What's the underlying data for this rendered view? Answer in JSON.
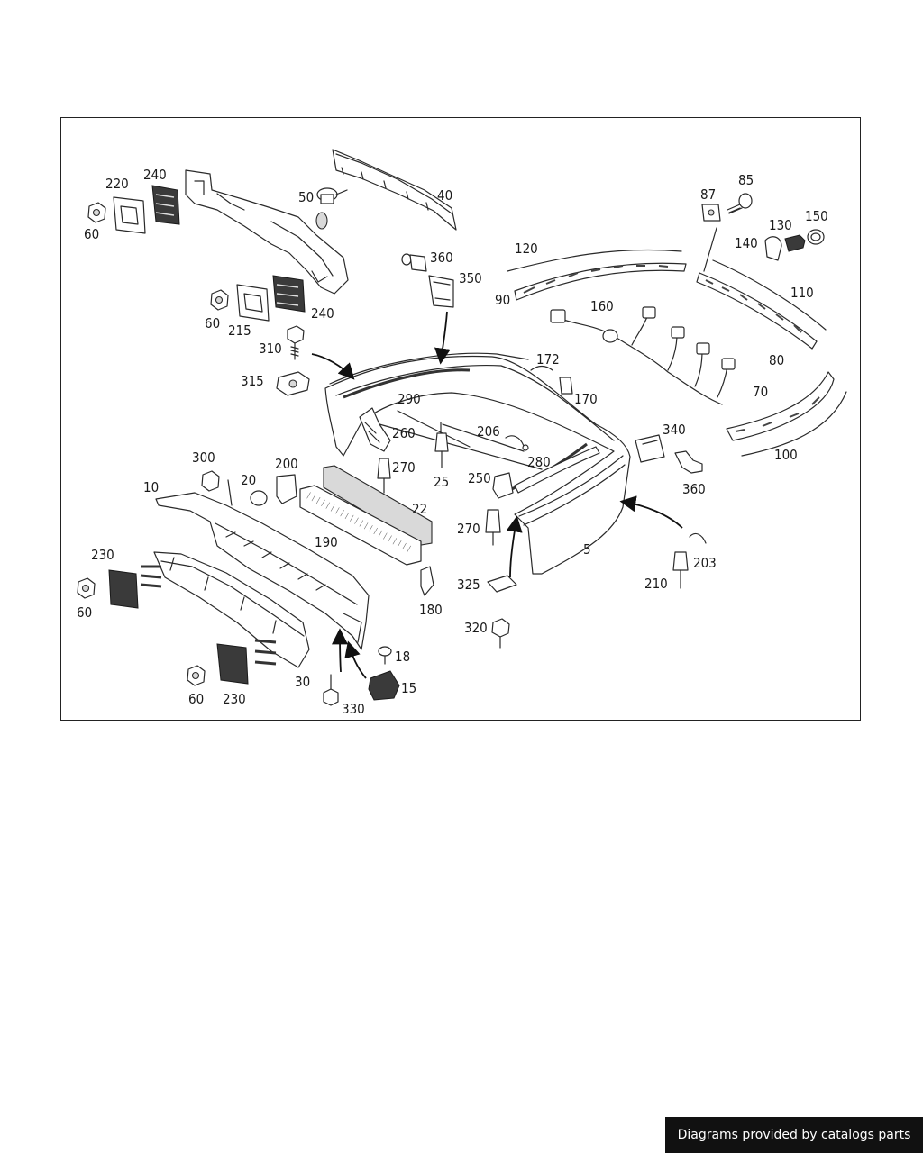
{
  "credit": "Diagrams provided by catalogs parts",
  "callouts": [
    "5",
    "10",
    "15",
    "18",
    "20",
    "22",
    "25",
    "30",
    "40",
    "50",
    "60",
    "60",
    "60",
    "60",
    "70",
    "80",
    "85",
    "87",
    "90",
    "100",
    "110",
    "120",
    "130",
    "140",
    "150",
    "160",
    "170",
    "172",
    "180",
    "190",
    "200",
    "203",
    "206",
    "210",
    "215",
    "220",
    "230",
    "230",
    "240",
    "240",
    "250",
    "260",
    "270",
    "270",
    "280",
    "290",
    "300",
    "310",
    "315",
    "320",
    "325",
    "330",
    "340",
    "350",
    "360",
    "360"
  ],
  "colors": {
    "line": "#2a2a2a",
    "background": "#ffffff",
    "badge": "#111111"
  }
}
